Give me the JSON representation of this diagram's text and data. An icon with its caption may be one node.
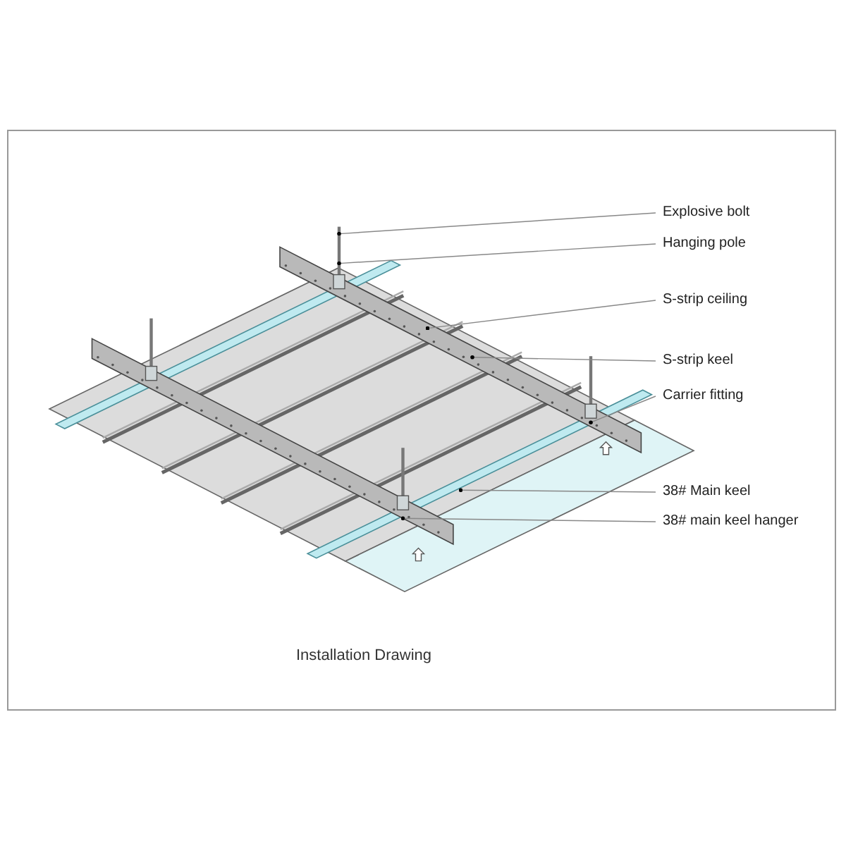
{
  "diagram": {
    "caption": "Installation Drawing",
    "nodes": [
      {
        "text": [
          "Explosive bolt"
        ]
      },
      {
        "text": [
          "Hanging pole"
        ]
      },
      {
        "text": [
          "S-strip ceiling"
        ]
      },
      {
        "text": [
          "S-strip keel"
        ]
      },
      {
        "text": [
          "Carrier fitting"
        ]
      },
      {
        "text": [
          "38# Main keel"
        ]
      },
      {
        "text": [
          "38# main keel hanger"
        ]
      }
    ],
    "edges": [
      {
        "from": 0,
        "to": null,
        "arrow": "other"
      },
      {
        "from": 1,
        "to": null,
        "arrow": "other"
      },
      {
        "from": 2,
        "to": null,
        "arrow": "other"
      },
      {
        "from": 3,
        "to": null,
        "arrow": "other"
      },
      {
        "from": 4,
        "to": null,
        "arrow": "other"
      },
      {
        "from": 5,
        "to": null,
        "arrow": "other"
      },
      {
        "from": 6,
        "to": null,
        "arrow": "other"
      }
    ]
  }
}
